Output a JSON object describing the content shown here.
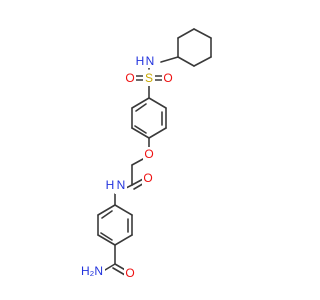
{
  "atoms": {
    "amine_n": {
      "text": "N",
      "color": "#2233dd"
    },
    "amine_h": {
      "text": "H",
      "color": "#2233dd"
    },
    "sulfur": {
      "text": "S",
      "color": "#c8a800"
    },
    "sulfonyl_o_left": {
      "text": "O",
      "color": "#ee1111"
    },
    "sulfonyl_o_right": {
      "text": "O",
      "color": "#ee1111"
    },
    "ether_o": {
      "text": "O",
      "color": "#ee1111"
    },
    "amide_n": {
      "text": "N",
      "color": "#2233dd"
    },
    "amide_h": {
      "text": "H",
      "color": "#2233dd"
    },
    "carbonyl_o": {
      "text": "O",
      "color": "#ee1111"
    },
    "carboxamide_o": {
      "text": "O",
      "color": "#ee1111"
    },
    "carboxamide_nh2": {
      "text": "H₂N",
      "color": "#2233dd"
    }
  },
  "colors": {
    "bond": "#3a3a3a",
    "background": "#ffffff"
  }
}
